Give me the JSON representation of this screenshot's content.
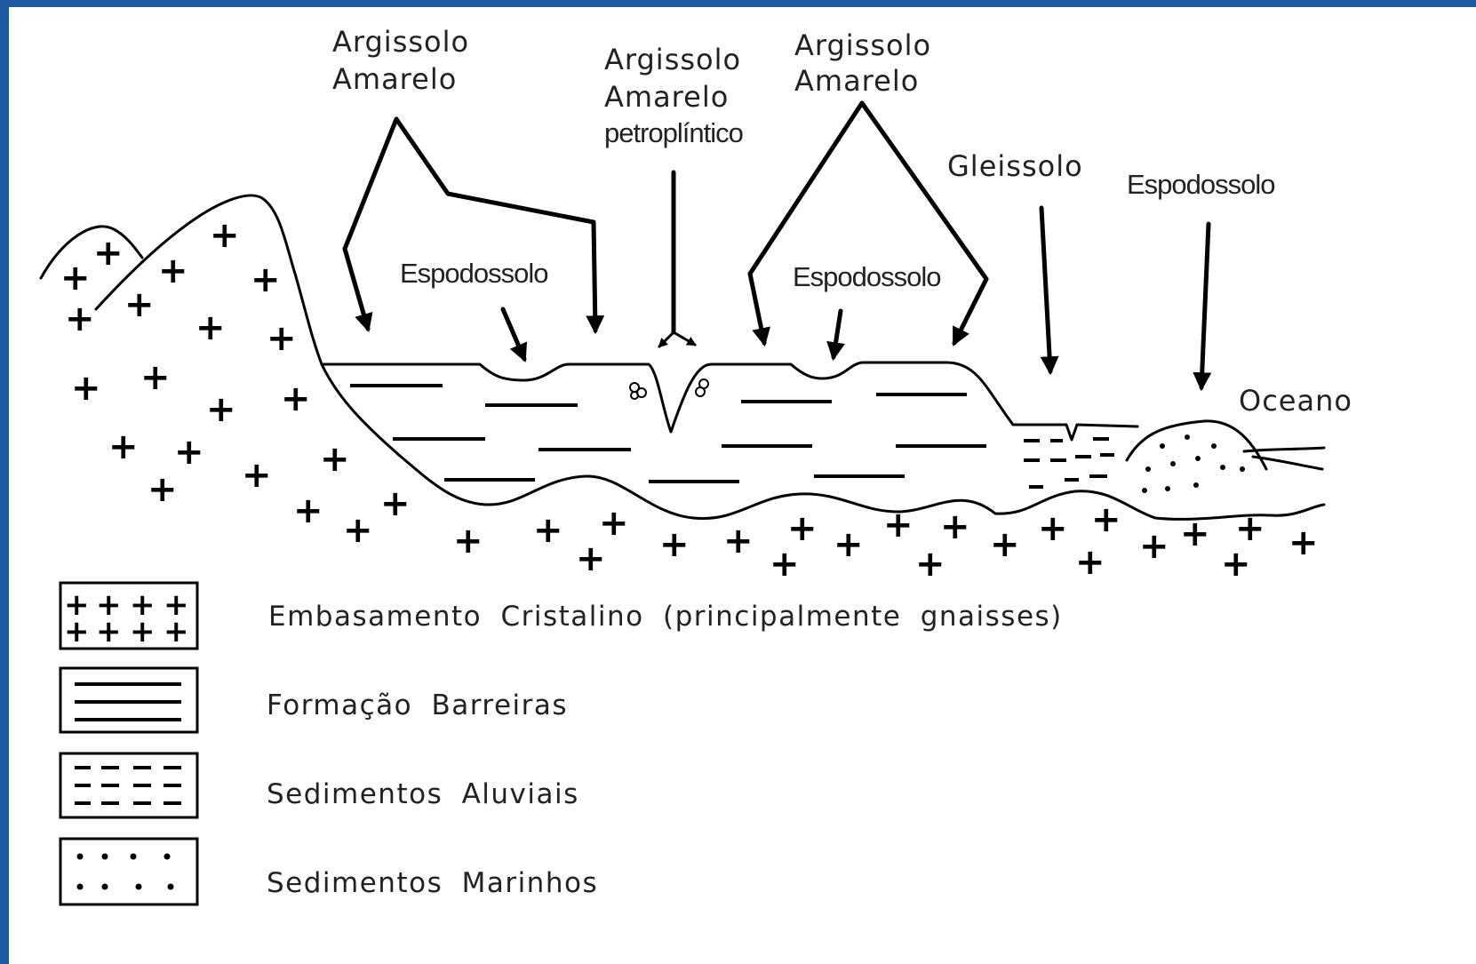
{
  "labels": {
    "argissolo_amarelo_left_1": "Argissolo",
    "argissolo_amarelo_left_2": "Amarelo",
    "argissolo_petro_1": "Argissolo",
    "argissolo_petro_2": "Amarelo",
    "argissolo_petro_3": "petroplíntico",
    "argissolo_amarelo_right_1": "Argissolo",
    "argissolo_amarelo_right_2": "Amarelo",
    "gleissolo": "Gleissolo",
    "espodossolo_coast": "Espodossolo",
    "espodossolo_left": "Espodossolo",
    "espodossolo_mid": "Espodossolo",
    "oceano": "Oceano"
  },
  "legend": {
    "embasamento": "Embasamento Cristalino (principalmente gnaisses)",
    "barreiras": "Formação Barreiras",
    "aluviais": "Sedimentos Aluviais",
    "marinhos": "Sedimentos Marinhos"
  },
  "colors": {
    "border": "#1e5aa0",
    "ink": "#000000",
    "background": "#ffffff"
  }
}
